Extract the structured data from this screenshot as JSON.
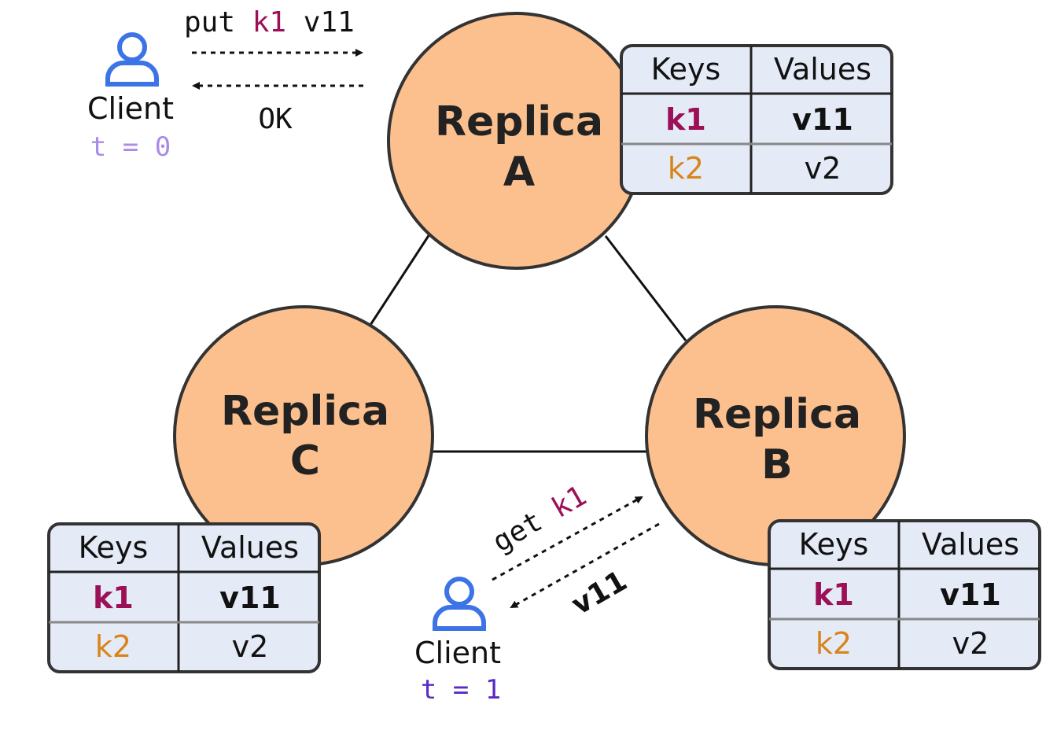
{
  "colors": {
    "replica_fill": "#FCC08F",
    "stroke": "#333333",
    "table_fill": "#E4EAF6",
    "key_k1": "#9C1058",
    "key_k2": "#D98418",
    "client_icon": "#3C73E6",
    "time_0": "#A98BE8",
    "time_1": "#5A2BC7"
  },
  "replicas": [
    {
      "title": "Replica",
      "letter": "A"
    },
    {
      "title": "Replica",
      "letter": "B"
    },
    {
      "title": "Replica",
      "letter": "C"
    }
  ],
  "tables": [
    {
      "owner": "A",
      "headers": [
        "Keys",
        "Values"
      ],
      "rows": [
        {
          "key": "k1",
          "value": "v11"
        },
        {
          "key": "k2",
          "value": "v2"
        }
      ]
    },
    {
      "owner": "B",
      "headers": [
        "Keys",
        "Values"
      ],
      "rows": [
        {
          "key": "k1",
          "value": "v11"
        },
        {
          "key": "k2",
          "value": "v2"
        }
      ]
    },
    {
      "owner": "C",
      "headers": [
        "Keys",
        "Values"
      ],
      "rows": [
        {
          "key": "k1",
          "value": "v11"
        },
        {
          "key": "k2",
          "value": "v2"
        }
      ]
    }
  ],
  "clients": [
    {
      "label": "Client",
      "time": "t = 0",
      "request": {
        "verb": "put",
        "key": "k1",
        "value": "v11"
      },
      "response": "OK"
    },
    {
      "label": "Client",
      "time": "t = 1",
      "request": {
        "verb": "get",
        "key": "k1"
      },
      "response": "v11"
    }
  ],
  "icon": "person-icon"
}
